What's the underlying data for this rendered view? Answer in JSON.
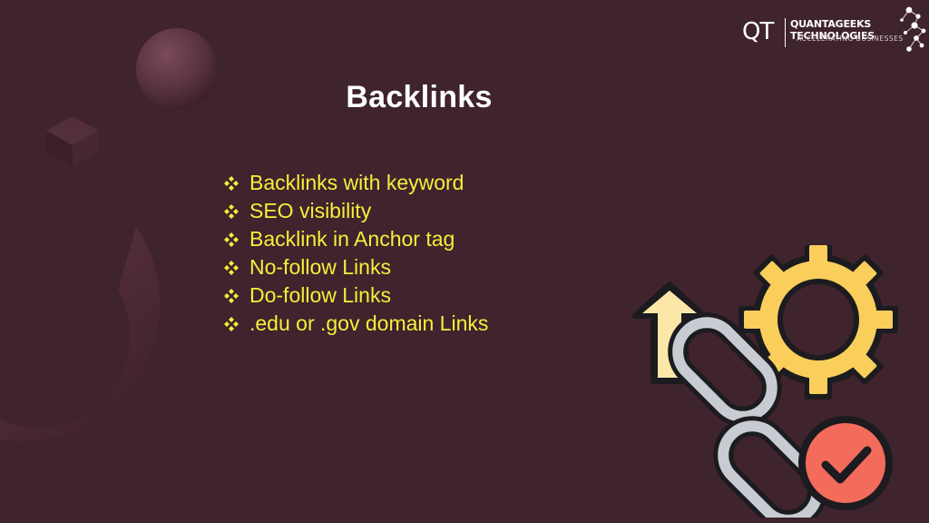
{
  "slide": {
    "title": "Backlinks",
    "bullets": [
      "Backlinks with keyword",
      "SEO visibility",
      "Backlink in Anchor tag",
      "No-follow Links",
      "Do-follow Links",
      ".edu or .gov domain Links"
    ]
  },
  "logo": {
    "mark": "QT",
    "company": "QUANTAGEEKS TECHNOLOGIES",
    "tagline": "ACCELERATING BUSINESSES"
  },
  "colors": {
    "background": "#3f232d",
    "bullet_text": "#f6ef3a",
    "title_text": "#ffffff",
    "gear": "#f9ce5b",
    "chain": "#c8ccd2",
    "check_badge": "#f36b5b"
  },
  "icons": [
    "diamond-bullet-icon",
    "up-arrow-icon",
    "gear-icon",
    "chain-link-icon",
    "check-badge-icon"
  ]
}
